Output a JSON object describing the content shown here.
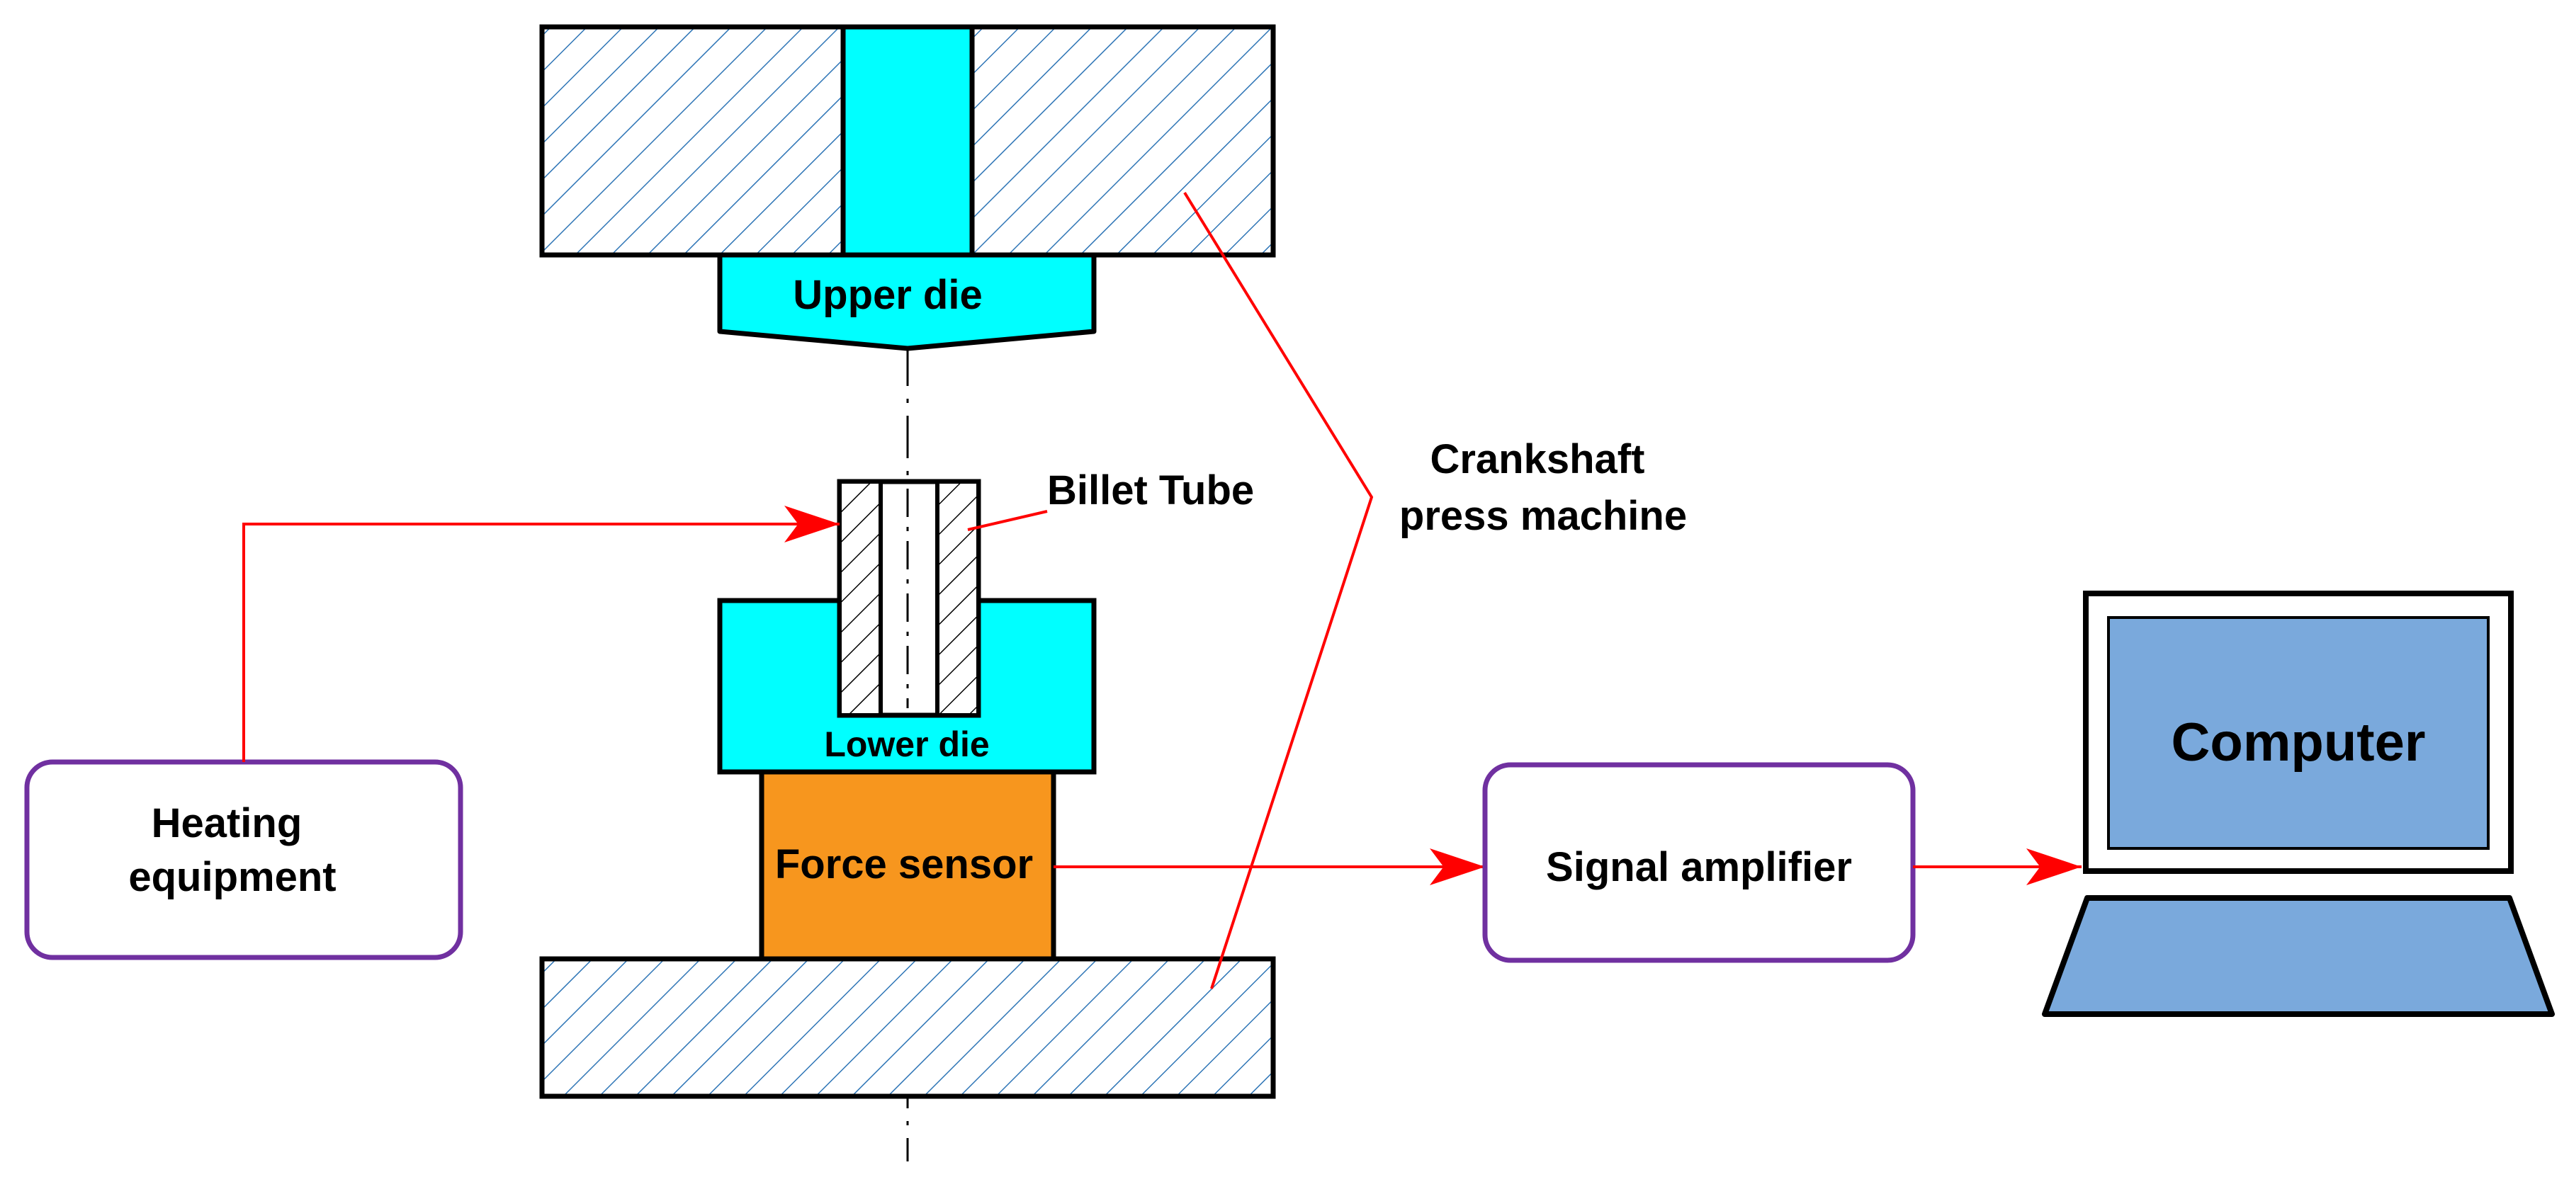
{
  "labels": {
    "upper_die": "Upper die",
    "billet_tube": "Billet Tube",
    "lower_die": "Lower die",
    "force_sensor": "Force sensor",
    "crankshaft_line1": "Crankshaft",
    "crankshaft_line2": "press machine",
    "heating_line1": "Heating",
    "heating_line2": "equipment",
    "signal_amplifier": "Signal amplifier",
    "computer": "Computer"
  },
  "colors": {
    "die_fill": "#00FFFF",
    "force_sensor_fill": "#F7961E",
    "hatch_press": "#2E75B6",
    "hatch_billet": "#000000",
    "connector_line": "#FF0000",
    "box_border": "#7030A0",
    "computer_screen": "#7AA9DC",
    "outline": "#000000"
  },
  "icons": {
    "computer": "laptop-icon"
  }
}
